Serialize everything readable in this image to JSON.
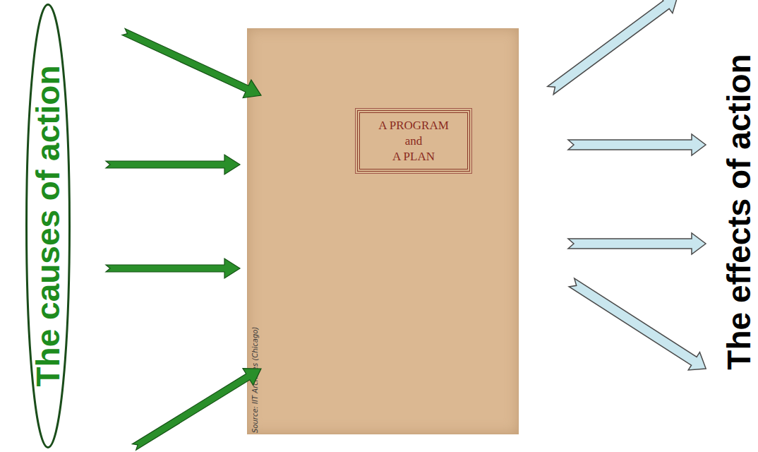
{
  "diagram": {
    "nodes": [
      {
        "text": [
          "The causes of action"
        ]
      },
      {
        "text": [
          "Source: IIT Archives (Chicago)"
        ]
      },
      {
        "text": [
          "A PROGRAM and A PLAN"
        ],
        "in": 1
      }
    ],
    "edges": [
      {
        "from": 0,
        "to": 1,
        "arrow": "to"
      },
      {
        "from": 0,
        "to": 1,
        "arrow": "to"
      },
      {
        "from": 0,
        "to": 1,
        "arrow": "to"
      },
      {
        "from": 0,
        "to": 1,
        "arrow": "to"
      }
    ],
    "labels": [
      "The effects of action"
    ]
  }
}
